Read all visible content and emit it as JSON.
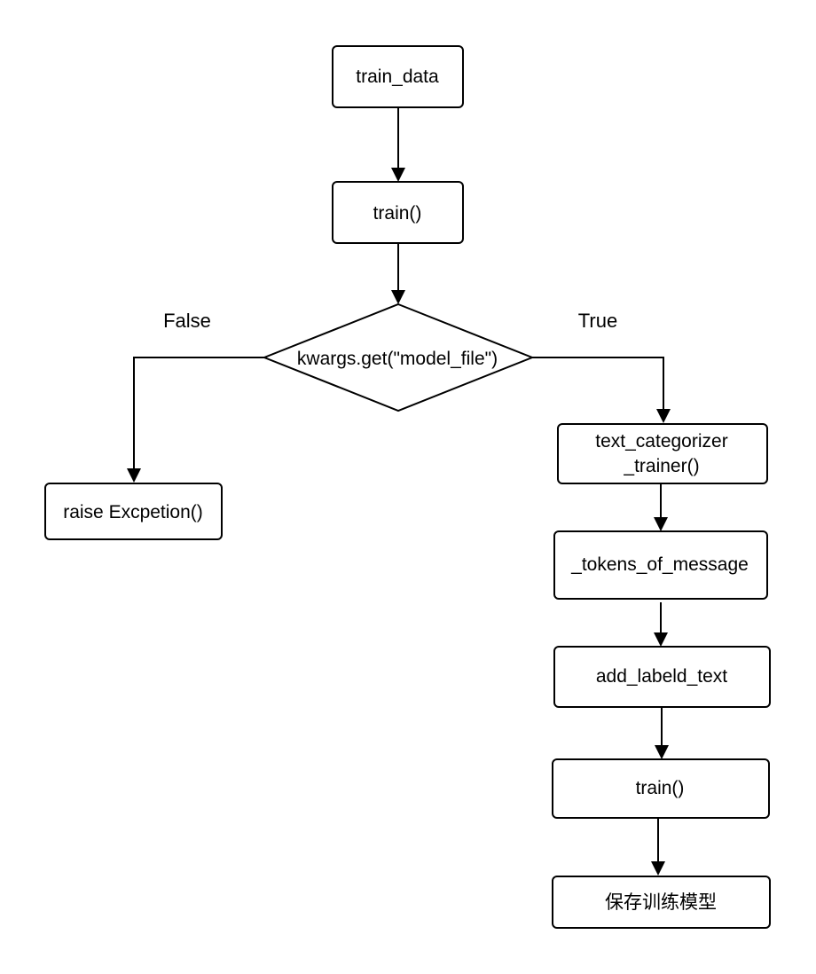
{
  "flowchart": {
    "nodes": {
      "train_data": "train_data",
      "train_1": "train()",
      "decision": "kwargs.get(\"model_file\")",
      "raise_exception": "raise Excpetion()",
      "text_categorizer_line1": "text_categorizer",
      "text_categorizer_line2": "_trainer()",
      "tokens_of_message": "_tokens_of_message",
      "add_labeld_text": "add_labeld_text",
      "train_2": "train()",
      "save_model": "保存训练模型"
    },
    "edge_labels": {
      "false_label": "False",
      "true_label": "True"
    }
  }
}
